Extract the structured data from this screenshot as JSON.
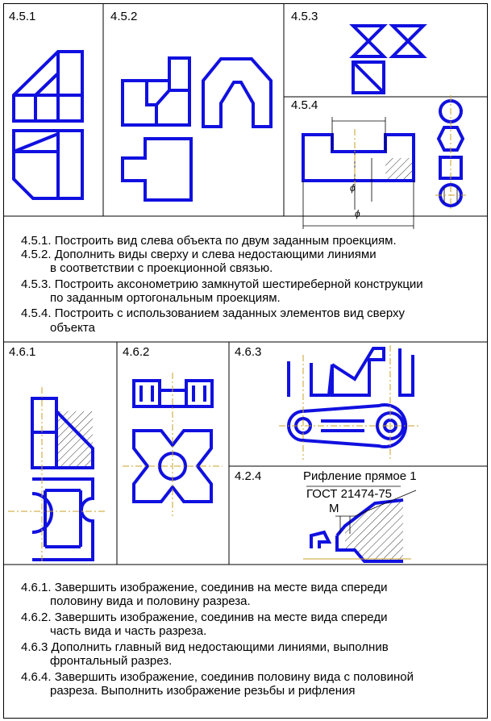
{
  "labels": {
    "t451": "4.5.1",
    "t452": "4.5.2",
    "t453": "4.5.3",
    "t454": "4.5.4",
    "t461": "4.6.1",
    "t462": "4.6.2",
    "t463": "4.6.3",
    "t424": "4.2.4"
  },
  "tasks45": [
    "4.5.1. Построить вид слева объекта по двум заданным проекциям.",
    "4.5.2. Дополнить виды сверху и слева недостающими линиями",
    "в соответствии с проекционной связью.",
    "4.5.3. Построить аксонометрию замкнутой шестиреберной конструкции",
    "по заданным ортогональным проекциям.",
    "4.5.4. Построить с использованием заданных элементов вид сверху",
    "объекта"
  ],
  "tasks46": [
    "4.6.1. Завершить изображение, соединив на месте вида спереди",
    "половину вида и половину разреза.",
    "4.6.2. Завершить изображение, соединив на месте вида спереди",
    "часть вида и часть разреза.",
    "4.6.3 Дополнить главный вид недостающими линиями, выполнив",
    "фронтальный разрез.",
    "4.6.4. Завершить изображение, соединив половину вида с половиной",
    "разреза. Выполнить изображение резьбы и рифления"
  ],
  "annotations": {
    "knurl": "Рифление прямое 1",
    "gost": "ГОСТ 21474-75",
    "m": "M",
    "phi": "ϕ"
  },
  "colors": {
    "drawing": "#1010e0",
    "axis": "#c9a227",
    "frame": "#000000"
  }
}
